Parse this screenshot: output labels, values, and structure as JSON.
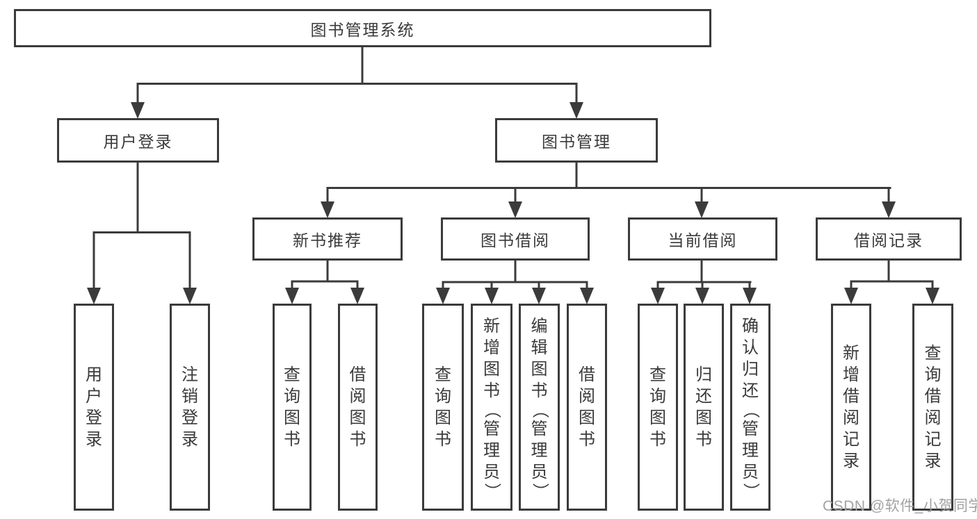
{
  "diagram_type": "hierarchy-tree",
  "colors": {
    "line": "#3b3b3b",
    "box_border": "#3b3b3b",
    "text": "#3a3a3a",
    "background": "#ffffff",
    "watermark": "#a2a2a2"
  },
  "nodes": {
    "root": "图书管理系统",
    "user_login": "用户登录",
    "book_management": "图书管理",
    "new_book_recommend": "新书推荐",
    "book_borrowing": "图书借阅",
    "current_borrowing": "当前借阅",
    "borrowing_records": "借阅记录",
    "user_login_leaf": "用户登录",
    "logout_leaf": "注销登录",
    "recommend_query_books": "查询图书",
    "recommend_borrow_books": "借阅图书",
    "borrowing_query_books": "查询图书",
    "borrowing_add_books_admin": "新增图书（管理员）",
    "borrowing_edit_books_admin": "编辑图书（管理员）",
    "borrowing_borrow_books": "借阅图书",
    "current_query_books": "查询图书",
    "current_return_books": "归还图书",
    "current_confirm_return_admin": "确认归还（管理员）",
    "records_add_record": "新增借阅记录",
    "records_query_record": "查询借阅记录"
  },
  "tree": {
    "root": "图书管理系统",
    "children": [
      {
        "label": "用户登录",
        "children": [
          "用户登录",
          "注销登录"
        ]
      },
      {
        "label": "图书管理",
        "children": [
          {
            "label": "新书推荐",
            "children": [
              "查询图书",
              "借阅图书"
            ]
          },
          {
            "label": "图书借阅",
            "children": [
              "查询图书",
              "新增图书（管理员）",
              "编辑图书（管理员）",
              "借阅图书"
            ]
          },
          {
            "label": "当前借阅",
            "children": [
              "查询图书",
              "归还图书",
              "确认归还（管理员）"
            ]
          },
          {
            "label": "借阅记录",
            "children": [
              "新增借阅记录",
              "查询借阅记录"
            ]
          }
        ]
      }
    ]
  },
  "watermark": "CSDN @软件_小贺同学"
}
